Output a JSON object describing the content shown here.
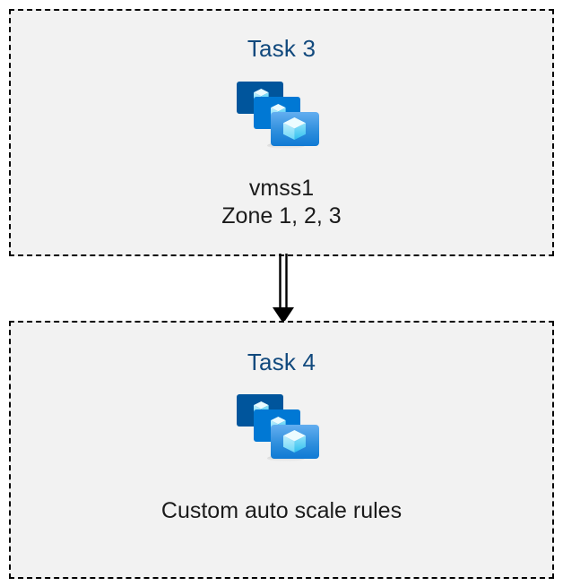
{
  "diagram": {
    "background_color": "#ffffff",
    "box_fill_color": "#f2f2f2",
    "box_border_color": "#000000",
    "title_color": "#11497d",
    "label_color": "#1b1b1b",
    "connector": {
      "name": "double-line-arrow",
      "direction": "down",
      "color": "#000000"
    },
    "boxes": [
      {
        "id": "task3",
        "title": "Task 3",
        "icon": "azure-vm-scale-set-icon",
        "labels": [
          "vmss1",
          "Zone 1, 2, 3"
        ]
      },
      {
        "id": "task4",
        "title": "Task 4",
        "icon": "azure-vm-scale-set-icon",
        "labels": [
          "Custom auto scale rules"
        ]
      }
    ]
  },
  "icon_colors": {
    "monitor_back": "#00559c",
    "monitor_mid": "#0078d4",
    "monitor_front_top": "#54a6ef",
    "monitor_front_bottom": "#0f7ad4",
    "cube_light": "#e8fbff",
    "cube_mid": "#9fe6fb",
    "cube_dark": "#32c5f4",
    "stand_top": "#9a9a9a",
    "stand_base": "#e3e3e3"
  }
}
